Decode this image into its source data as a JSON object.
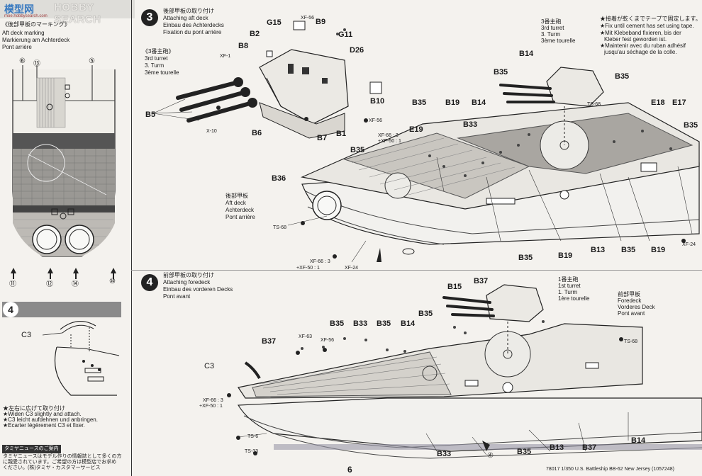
{
  "logo": {
    "glyphs": "模型网",
    "text": "HOBBY SEARCH",
    "url": "moe.hobbysearch.com"
  },
  "left": {
    "title_jp": "《後部甲板のマーキング》",
    "title_en": "Aft deck marking",
    "title_de": "Markierung am Achterdeck",
    "title_fr": "Pont arrière",
    "top_markers": [
      "⑥",
      "⑬",
      "⑤"
    ],
    "bottom_markers": [
      "⑪",
      "⑫",
      "⑭",
      "⑩"
    ],
    "step_number": "4",
    "step_part": "C3",
    "notes": [
      "★左右に広げて取り付け",
      "★Widen C3 slightly and attach.",
      "★C3 leicht aufdehnen und anbringen.",
      "★Ecarter légèrement C3 et fixer."
    ],
    "news_title": "タミヤニュースのご案内",
    "news_text": [
      "タミヤニュースはモデル作りの情報誌として多くの方",
      "に親愛されています。ご希望の方は模型店でお求め",
      "ください。(株)タミヤ・カスタマーサービス"
    ]
  },
  "step3": {
    "number": "3",
    "title_jp": "後部甲板の取り付け",
    "title_en": "Attaching aft deck",
    "title_de": "Einbau des Achterdecks",
    "title_fr": "Fixation du pont arrière",
    "turret_jp": "《3番主砲》",
    "turret_en": "3rd turret",
    "turret_de": "3. Turm",
    "turret_fr": "3ème tourelle",
    "turret2_jp": "3番主砲",
    "turret2_en": "3rd turret",
    "turret2_de": "3. Turm",
    "turret2_fr": "3ème tourelle",
    "deck_jp": "後部甲板",
    "deck_en": "Aft deck",
    "deck_de": "Achterdeck",
    "deck_fr": "Pont arrière",
    "cement_note": [
      "★接着が乾くまでテープで固定します。",
      "★Fix until cement has set using tape.",
      "★Mit Klebeband fixieren, bis der",
      "Kleber fest geworden ist.",
      "★Maintenir avec du ruban adhésif",
      "jusqu'au séchage de la colle."
    ],
    "parts": [
      "XF-56",
      "B9",
      "G15",
      "G11",
      "B2",
      "B8",
      "D26",
      "XF-1",
      "X-10",
      "B5",
      "B6",
      "B7",
      "B1",
      "B10",
      "XF-56",
      "B14",
      "B35",
      "B35",
      "B19",
      "B14",
      "B35",
      "B33",
      "TS-68",
      "E18",
      "E17",
      "B35",
      "E19",
      "XF-66 : 3",
      "+XF-50 : 1",
      "B35",
      "B36",
      "TS-68",
      "XF-66 : 3",
      "+XF-50 : 1",
      "XF-24",
      "B35",
      "B19",
      "B13",
      "B35",
      "B19",
      "XF-24"
    ]
  },
  "step4": {
    "number": "4",
    "title_jp": "前部甲板の取り付け",
    "title_en": "Attaching foredeck",
    "title_de": "Einbau des vorderen Decks",
    "title_fr": "Pont avant",
    "turret_jp": "1番主砲",
    "turret_en": "1st turret",
    "turret_de": "1. Turm",
    "turret_fr": "1ère tourelle",
    "deck_jp": "前部甲板",
    "deck_en": "Foredeck",
    "deck_de": "Vorderes Deck",
    "deck_fr": "Pont avant",
    "parts": [
      "B15",
      "B37",
      "B35",
      "B35",
      "B33",
      "B35",
      "B14",
      "XF-63",
      "XF-56",
      "B37",
      "C3",
      "TS-68",
      "XF-66 : 3",
      "+XF-50 : 1",
      "TS-6",
      "TS-33",
      "B33",
      "④",
      "B35",
      "B13",
      "B37",
      "B14"
    ]
  },
  "footer": {
    "page_number": "6",
    "credit": "78017  1/350 U.S. Battleship BB-62 New Jersey (1057248)"
  }
}
